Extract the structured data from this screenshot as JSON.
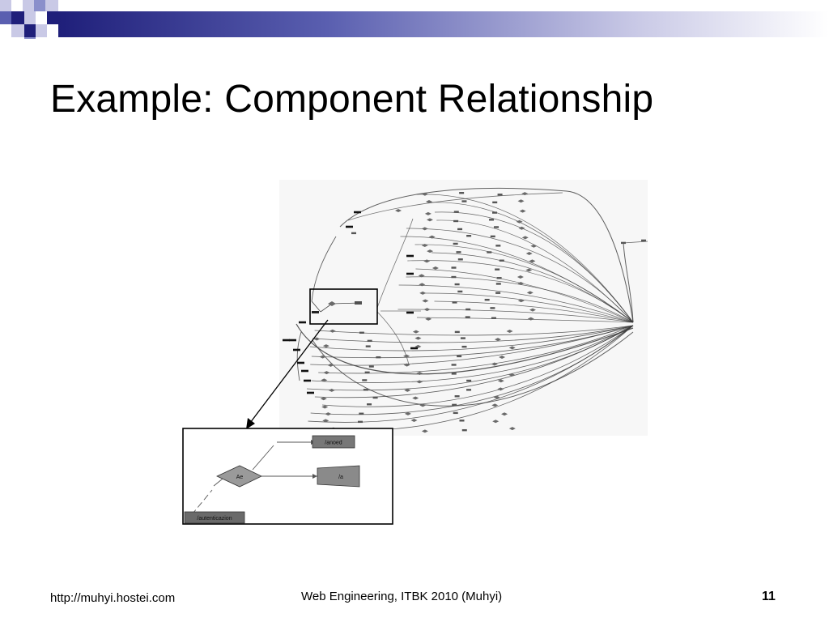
{
  "slide": {
    "title": "Example: Component Relationship"
  },
  "zoom_detail": {
    "top_node": "/anoed",
    "decision_node": "Ae",
    "target_node": "/a",
    "source_node": "/autenticazion"
  },
  "footer": {
    "url": "http://muhyi.hostei.com",
    "course": "Web Engineering, ITBK 2010 (Muhyi)",
    "page_number": "11"
  },
  "colors": {
    "header_navy": "#1f1f7a",
    "header_blue": "#5a5fb0",
    "header_light": "#c9c9e6",
    "node_gray": "#8a8a8a",
    "node_dark": "#505050"
  }
}
